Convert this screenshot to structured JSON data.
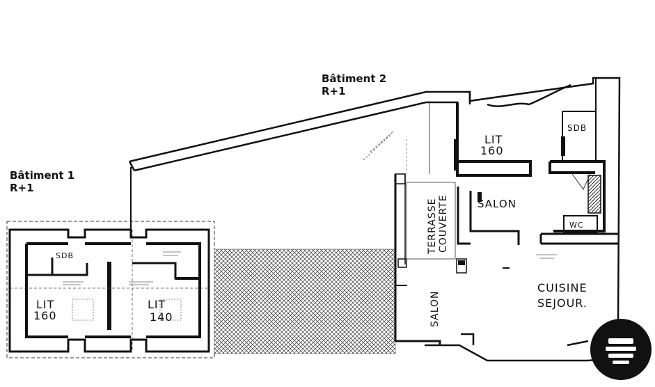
{
  "buildings": [
    {
      "name": "Bâtiment 1",
      "level": "R+1"
    },
    {
      "name": "Bâtiment 2",
      "level": "R+1"
    }
  ],
  "rooms": {
    "b1_sdb": "SDB",
    "b1_lit_left_1": "LIT",
    "b1_lit_left_2": "160",
    "b1_lit_right_1": "LIT",
    "b1_lit_right_2": "140",
    "b2_lit_1": "LIT",
    "b2_lit_2": "160",
    "b2_sdb": "SDB",
    "b2_salon_top": "SALON",
    "b2_wc": "WC",
    "b2_terrasse_1": "TERRASSE",
    "b2_terrasse_2": "COUVERTE",
    "b2_salon_bottom": "SALON",
    "b2_cuisine": "CUISINE",
    "b2_sejour": "SEJOUR."
  },
  "colors": {
    "wall": "#111111",
    "hatch": "#222222",
    "background": "#ffffff"
  },
  "icons": [
    "corner-logo-icon"
  ]
}
